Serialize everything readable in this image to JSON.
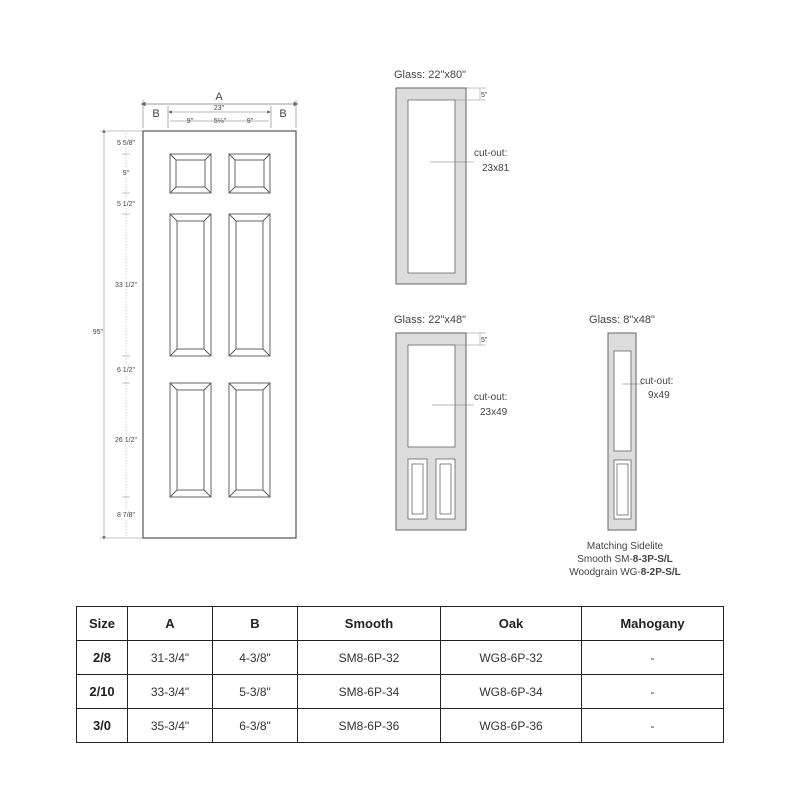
{
  "door_6panel": {
    "width_label": "A",
    "left_stile_label": "B",
    "right_stile_label": "B",
    "inner_width": "23\"",
    "panel_left_width": "9\"",
    "panel_gap": "5⅛\"",
    "panel_right_width": "9\"",
    "height_total": "95\"",
    "heights": [
      "5 5/8\"",
      "9\"",
      "5 1/2\"",
      "33 1/2\"",
      "6 1/2\"",
      "26 1/2\"",
      "8 7/8\""
    ]
  },
  "glass_full": {
    "title": "Glass: 22\"x80\"",
    "top_margin": "5\"",
    "cutout_label": "cut-out:",
    "cutout_size": "23x81"
  },
  "glass_half": {
    "title": "Glass: 22\"x48\"",
    "top_margin": "5\"",
    "cutout_label": "cut-out:",
    "cutout_size": "23x49"
  },
  "sidelite": {
    "title": "Glass: 8\"x48\"",
    "cutout_label": "cut-out:",
    "cutout_size": "9x49",
    "caption_line1": "Matching Sidelite",
    "caption_smooth_prefix": "Smooth SM-",
    "caption_smooth_code": "8-3P-S/L",
    "caption_wood_prefix": "Woodgrain WG-",
    "caption_wood_code": "8-2P-S/L"
  },
  "table": {
    "headers": [
      "Size",
      "A",
      "B",
      "Smooth",
      "Oak",
      "Mahogany"
    ],
    "rows": [
      [
        "2/8",
        "31-3/4\"",
        "4-3/8\"",
        "SM8-6P-32",
        "WG8-6P-32",
        "-"
      ],
      [
        "2/10",
        "33-3/4\"",
        "5-3/8\"",
        "SM8-6P-34",
        "WG8-6P-34",
        "-"
      ],
      [
        "3/0",
        "35-3/4\"",
        "6-3/8\"",
        "SM8-6P-36",
        "WG8-6P-36",
        "-"
      ]
    ]
  },
  "colors": {
    "door_fill": "#ffffff",
    "door_stroke": "#555555",
    "glass_door_fill": "#dcdcdc",
    "dim_line": "#666666",
    "text": "#444444"
  }
}
